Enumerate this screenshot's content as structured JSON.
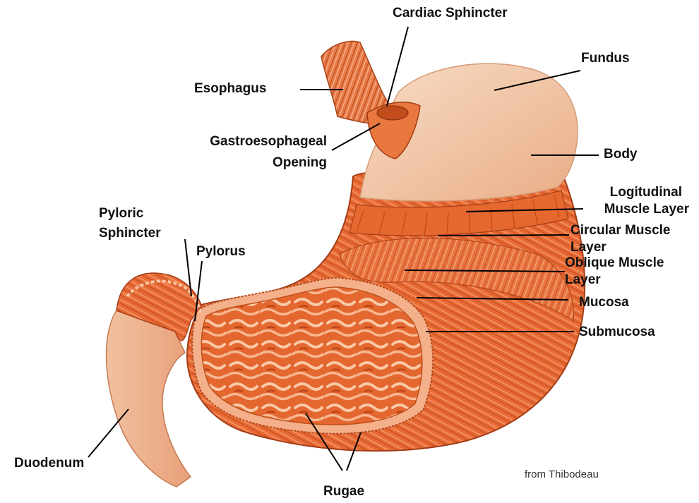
{
  "colors": {
    "tissue_base": "#e8622e",
    "tissue_dark": "#b8401c",
    "tissue_light": "#f6a27a",
    "serosa_tan": "#f2c6a4",
    "leader_line": "#000000"
  },
  "labels": {
    "cardiac_sphincter": "Cardiac Sphincter",
    "fundus": "Fundus",
    "esophagus": "Esophagus",
    "gastroesophageal_opening_1": "Gastroesophageal",
    "gastroesophageal_opening_2": "Opening",
    "body": "Body",
    "longitudinal_1": "Logitudinal",
    "longitudinal_2": "Muscle Layer",
    "pyloric_sphincter_1": "Pyloric",
    "pyloric_sphincter_2": "Sphincter",
    "pylorus": "Pylorus",
    "circular_1": "Circular Muscle",
    "circular_2": "Layer",
    "oblique_1": "Oblique Muscle",
    "oblique_2": "Layer",
    "mucosa": "Mucosa",
    "submucosa": "Submucosa",
    "duodenum": "Duodenum",
    "rugae": "Rugae"
  },
  "credit": "from Thibodeau"
}
